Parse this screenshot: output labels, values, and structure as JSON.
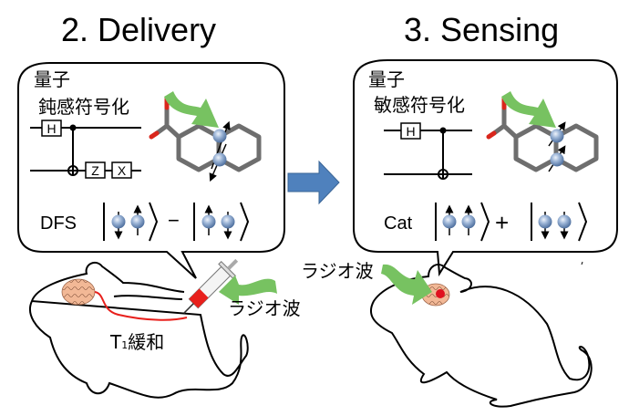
{
  "panels": [
    {
      "title": "2. Delivery",
      "bubble": {
        "heading_line1": "量子",
        "heading_line2": "鈍感符号化",
        "circuit_gates": [
          "H",
          "Z",
          "X"
        ],
        "state_label": "DFS",
        "state_operator": "−",
        "state_terms": [
          {
            "spins": [
              "down",
              "up"
            ]
          },
          {
            "spins": [
              "up",
              "down"
            ]
          }
        ]
      },
      "radio_wave_label": "ラジオ波",
      "relaxation_label_main": "T",
      "relaxation_label_sub": "1",
      "relaxation_label_suffix": "緩和"
    },
    {
      "title": "3. Sensing",
      "bubble": {
        "heading_line1": "量子",
        "heading_line2": "敏感符号化",
        "circuit_gates": [
          "H"
        ],
        "state_label": "Cat",
        "state_operator": "+",
        "state_terms": [
          {
            "spins": [
              "up",
              "up"
            ]
          },
          {
            "spins": [
              "down",
              "down"
            ]
          }
        ]
      },
      "radio_wave_label": "ラジオ波"
    }
  ],
  "colors": {
    "arrow_blue": "#4f81bd",
    "wave_green": "#77c261",
    "relax_red": "#e8201c",
    "brain": "#f2b896",
    "bond_gray": "#6e6e6e",
    "oxygen_red": "#d9261c",
    "spin_sphere": "#7e9cc5"
  }
}
